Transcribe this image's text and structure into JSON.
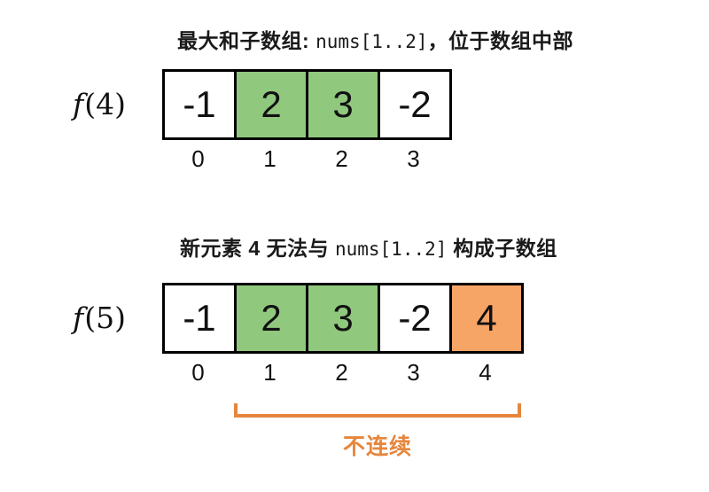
{
  "colors": {
    "highlight_green": "#90C87E",
    "highlight_orange": "#F7A567",
    "accent_orange": "#E6863C",
    "cell_white": "#FFFFFF",
    "border_black": "#000000"
  },
  "section1": {
    "title": {
      "pre": "最大和子数组: ",
      "code": "nums[1..2]",
      "post": "，位于数组中部"
    },
    "label": {
      "func": "f",
      "arg": "(4)"
    },
    "cells": [
      {
        "value": "-1",
        "bg": "#FFFFFF"
      },
      {
        "value": "2",
        "bg": "#90C87E"
      },
      {
        "value": "3",
        "bg": "#90C87E"
      },
      {
        "value": "-2",
        "bg": "#FFFFFF"
      }
    ],
    "indices": [
      "0",
      "1",
      "2",
      "3"
    ]
  },
  "section2": {
    "title": {
      "pre": "新元素 4 无法与 ",
      "code": "nums[1..2]",
      "post": " 构成子数组"
    },
    "label": {
      "func": "f",
      "arg": "(5)"
    },
    "cells": [
      {
        "value": "-1",
        "bg": "#FFFFFF"
      },
      {
        "value": "2",
        "bg": "#90C87E"
      },
      {
        "value": "3",
        "bg": "#90C87E"
      },
      {
        "value": "-2",
        "bg": "#FFFFFF"
      },
      {
        "value": "4",
        "bg": "#F7A567"
      }
    ],
    "indices": [
      "0",
      "1",
      "2",
      "3",
      "4"
    ],
    "bracket_label": "不连续"
  }
}
